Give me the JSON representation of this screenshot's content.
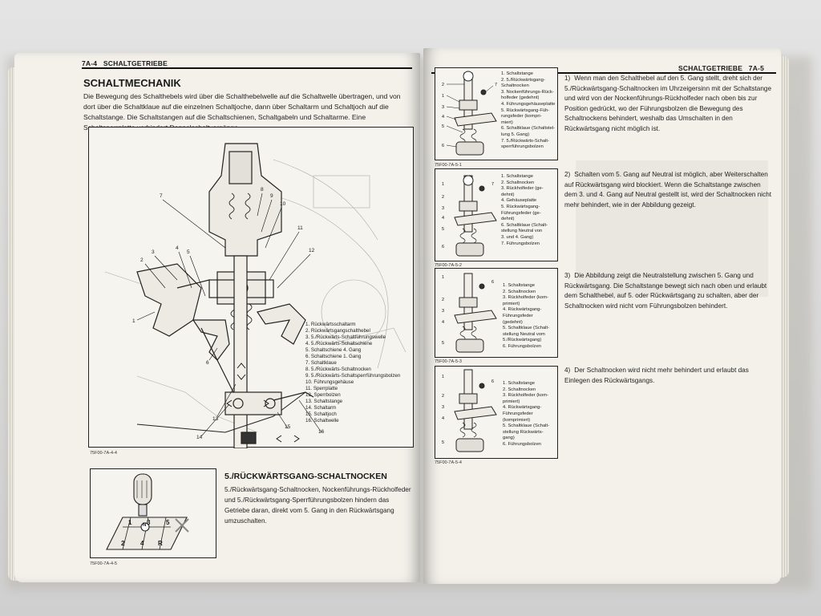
{
  "left_page": {
    "header_code": "7A-4",
    "header_title": "SCHALTGETRIEBE",
    "section_title": "SCHALTMECHANIK",
    "intro": "Die Bewegung des Schalthebels wird über die Schalthebelwelle auf die Schaltwelle übertragen, und von dort über die Schaltklaue auf die einzelnen Schaltjoche, dann über Schaltarm und Schaltjoch auf die Schaltstange. Die Schaltstangen auf die Schaltschienen, Schaltgabeln und Schaltarme. Eine Schaltsperrplatte verhindert Doppelschaltvorgänge.",
    "main_figure": {
      "code": "75F00-7A-4-4",
      "callouts": [
        "1",
        "2",
        "3",
        "4",
        "5",
        "6",
        "7",
        "8",
        "9",
        "10",
        "11",
        "12",
        "13",
        "14",
        "15",
        "16"
      ],
      "legend": [
        "1. Rückwärtsschaltarm",
        "2. Rückwärtsgangschalthebel",
        "3. 5./Rückwärts-Schaltführungswelle",
        "4. 5./Rückwärts-Schaltschiene",
        "5. Schaltschiene 4. Gang",
        "6. Schaltschiene 1. Gang",
        "7. Schaltklaue",
        "8. 5./Rückwärts-Schaltnocken",
        "9. 5./Rückwärts-Schaltsperrführungsbolzen",
        "10. Führungsgehäuse",
        "11. Sperrplatte",
        "12. Sperrbolzen",
        "13. Schaltstange",
        "14. Schaltarm",
        "15. Schaltjoch",
        "16. Schaltwelle"
      ]
    },
    "shift_figure": {
      "code": "75F00-7A-4-5",
      "gears": [
        "1",
        "3",
        "5",
        "2",
        "4",
        "R",
        "N"
      ]
    },
    "subsection_title": "5./RÜCKWÄRTSGANG-SCHALTNOCKEN",
    "subsection_text": "5./Rückwärtsgang-Schaltnocken, Nockenführungs-Rückholfeder und 5./Rückwärtsgang-Sperrführungsbolzen hindern das Getriebe daran, direkt vom 5. Gang in den Rückwärtsgang umzuschalten."
  },
  "right_page": {
    "header_title": "SCHALTGETRIEBE",
    "header_code": "7A-5",
    "figures": [
      {
        "code": "75F00-7A-5-1",
        "legend": [
          "1. Schaltstange",
          "2. 5./Rückwärtsgang-",
          "   Schaltnocken",
          "3. Nockenführungs-Rück-",
          "   holfeder (gedehnt)",
          "4. Führungsgehäuseplatte",
          "5. Rückwärtsgang-Füh-",
          "   rungsfeder (kompri-",
          "   miert)",
          "6. Schaltklaue (Schaltstel-",
          "   lung 5. Gang)",
          "7. 5./Rückwärts-Schalt-",
          "   sperrführungsbolzen"
        ],
        "text": "Wenn man den Schalthebel auf den 5. Gang stellt, dreht sich der 5./Rückwärtsgang-Schaltnocken im Uhrzeigersinn mit der Schaltstange und wird von der Nockenführungs-Rückholfeder nach oben bis zur Position gedrückt, wo der Führungsbolzen die Bewegung des Schaltnockens behindert, weshalb das Umschalten in den Rückwärtsgang nicht möglich ist.",
        "num": "1)"
      },
      {
        "code": "75F00-7A-5-2",
        "legend": [
          "1. Schaltstange",
          "2. Schaltnocken",
          "3. Rückholfeder (ge-",
          "   dehnt)",
          "4. Gehäuseplatte",
          "5. Rückwärtsgang-",
          "   Führungsfeder (ge-",
          "   dehnt)",
          "6. Schaltklaue (Schalt-",
          "   stellung Neutral von",
          "   3. und 4. Gang)",
          "7. Führungsbolzen"
        ],
        "text": "Schalten vom 5. Gang auf Neutral ist möglich, aber Weiterschalten auf Rückwärtsgang wird blockiert. Wenn die Schaltstange zwischen dem 3. und 4. Gang auf Neutral gestellt ist, wird der Schaltnocken nicht mehr behindert, wie in der Abbildung gezeigt.",
        "num": "2)"
      },
      {
        "code": "75F00-7A-5-3",
        "legend": [
          "1. Schaltstange",
          "2. Schaltnocken",
          "3. Rückholfeder (kom-",
          "   primiert)",
          "4. Rückwärtsgang-",
          "   Führungsfeder",
          "   (gedehnt)",
          "5. Schaltklaue (Schalt-",
          "   stellung Neutral vom",
          "   5./Rückwärtsgang)",
          "6. Führungsbolzen"
        ],
        "text": "Die Abbildung zeigt die Neutralstellung zwischen 5. Gang und Rückwärtsgang. Die Schaltstange bewegt sich nach oben und erlaubt dem Schalthebel, auf 5. oder Rückwärtsgang zu schalten, aber der Schaltnocken wird nicht vom Führungsbolzen behindert.",
        "num": "3)"
      },
      {
        "code": "75F00-7A-5-4",
        "legend": [
          "1. Schaltstange",
          "2. Schaltnocken",
          "3. Rückholfeder (kom-",
          "   primiert)",
          "4. Rückwärtsgang-",
          "   Führungsfeder",
          "   (komprimiert)",
          "5. Schaltklaue (Schalt-",
          "   stellung Rückwärts-",
          "   gang)",
          "6. Führungsbolzen"
        ],
        "text": "Der Schaltnocken wird nicht mehr behindert und erlaubt das Einlegen des Rückwärtsgangs.",
        "num": "4)"
      }
    ]
  }
}
